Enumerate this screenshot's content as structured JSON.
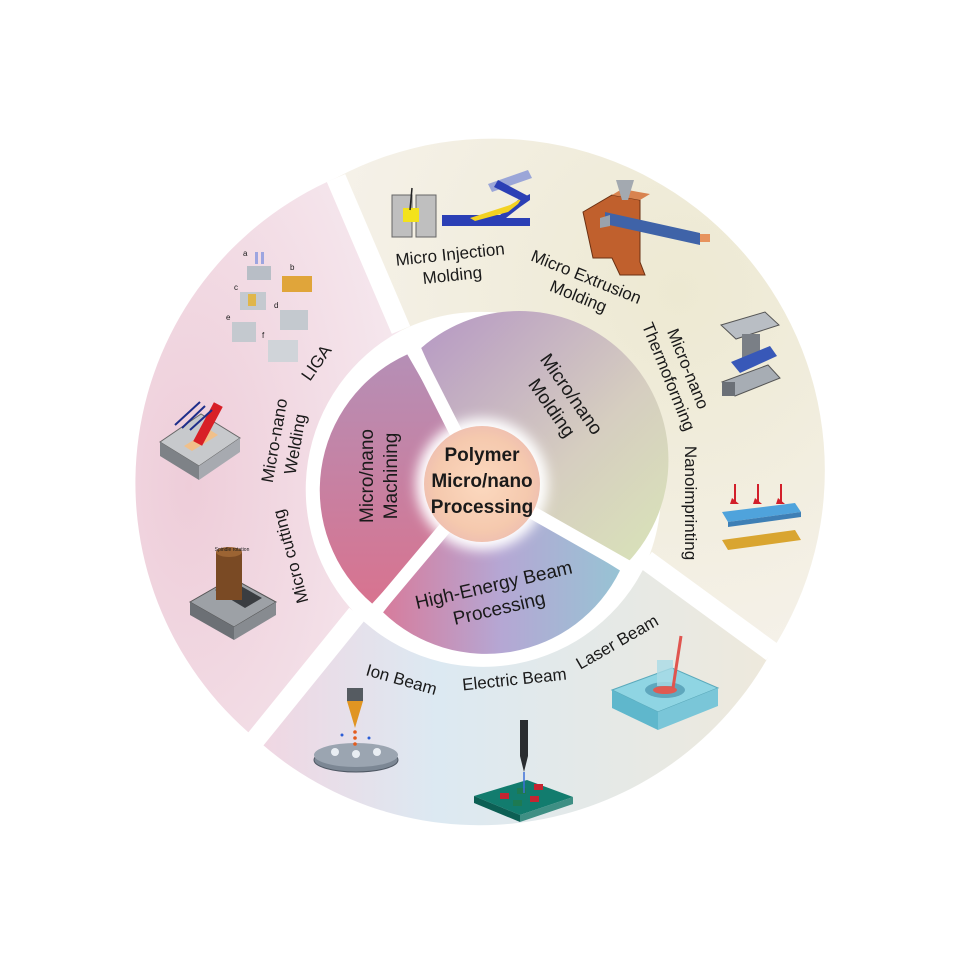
{
  "center": {
    "line1": "Polymer",
    "line2": "Micro/nano",
    "line3": "Processing"
  },
  "categories": {
    "molding": {
      "line1": "Micro/nano",
      "line2": "Molding"
    },
    "machining": {
      "line1": "Micro/nano",
      "line2": "Machining"
    },
    "beam": {
      "line1": "High-Energy Beam",
      "line2": "Processing"
    }
  },
  "techniques": {
    "injection": {
      "line1": "Micro Injection",
      "line2": "Molding"
    },
    "extrusion": {
      "line1": "Micro Extrusion",
      "line2": "Molding"
    },
    "thermoforming": {
      "line1": "Micro-nano",
      "line2": "Thermoforming"
    },
    "nanoimprinting": "Nanoimprinting",
    "liga": "LIGA",
    "welding": {
      "line1": "Micro-nano",
      "line2": "Welding"
    },
    "cutting": "Micro cutting",
    "ion": "Ion Beam",
    "electric": "Electric Beam",
    "laser": "Laser Beam"
  },
  "liga_panel_letters": [
    "a",
    "b",
    "c",
    "d",
    "e",
    "f"
  ],
  "cutting_tool_caption": "Spindle rotation",
  "colors": {
    "molding_ring": "#f1eee0",
    "machining_ring": "#f3e1e8",
    "beam_ring": "#e4ecf1",
    "center_core": "#fbd8bd",
    "inner_molding": "#c7b6cf",
    "inner_machining": "#c88aa8",
    "inner_beam": "#a6bedc"
  }
}
